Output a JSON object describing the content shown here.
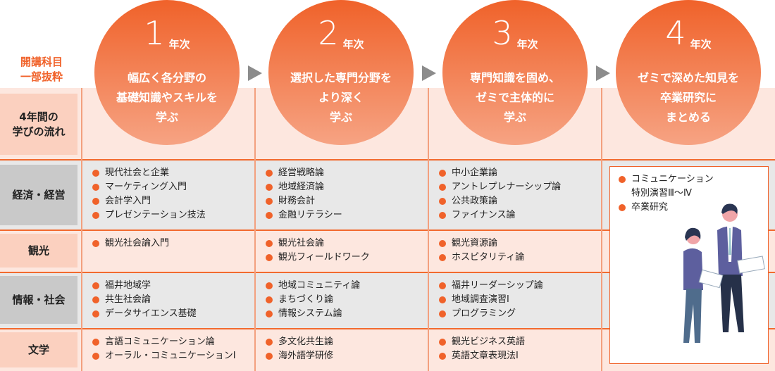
{
  "corner_label": [
    "開講科目",
    "一部抜粋"
  ],
  "years": [
    {
      "num": "1",
      "suffix": "年次",
      "text": [
        "幅広く各分野の",
        "基礎知識やスキルを",
        "学ぶ"
      ]
    },
    {
      "num": "2",
      "suffix": "年次",
      "text": [
        "選択した専門分野を",
        "より深く",
        "学ぶ"
      ]
    },
    {
      "num": "3",
      "suffix": "年次",
      "text": [
        "専門知識を固め、",
        "ゼミで主体的に",
        "学ぶ"
      ]
    },
    {
      "num": "4",
      "suffix": "年次",
      "text": [
        "ゼミで深めた知見を",
        "卒業研究に",
        "まとめる"
      ]
    }
  ],
  "flow_label": [
    "4年間の",
    "学びの流れ"
  ],
  "rows": [
    {
      "label": "経済・経営",
      "cols": [
        [
          "現代社会と企業",
          "マーケティング入門",
          "会計学入門",
          "プレゼンテーション技法"
        ],
        [
          "経営戦略論",
          "地域経済論",
          "財務会計",
          "金融リテラシー"
        ],
        [
          "中小企業論",
          "アントレプレナーシップ論",
          "公共政策論",
          "ファイナンス論"
        ]
      ]
    },
    {
      "label": "観光",
      "cols": [
        [
          "観光社会論入門"
        ],
        [
          "観光社会論",
          "観光フィールドワーク"
        ],
        [
          "観光資源論",
          "ホスピタリティ論"
        ]
      ]
    },
    {
      "label": "情報・社会",
      "cols": [
        [
          "福井地域学",
          "共生社会論",
          "データサイエンス基礎"
        ],
        [
          "地域コミュニティ論",
          "まちづくり論",
          "情報システム論"
        ],
        [
          "福井リーダーシップ論",
          "地域調査演習Ⅰ",
          "プログラミング"
        ]
      ]
    },
    {
      "label": "文学",
      "cols": [
        [
          "言語コミュニケーション論",
          "オーラル・コミュニケーションⅠ"
        ],
        [
          "多文化共生論",
          "海外語学研修"
        ],
        [
          "観光ビジネス英語",
          "英語文章表現法Ⅰ"
        ]
      ]
    }
  ],
  "year4_items": [
    [
      "コミュニケーション",
      "特別演習Ⅲ～Ⅳ"
    ],
    [
      "卒業研究"
    ]
  ],
  "colors": {
    "accent": "#f0622a",
    "pink": "#fde7df",
    "gray": "#e8e8e8"
  }
}
